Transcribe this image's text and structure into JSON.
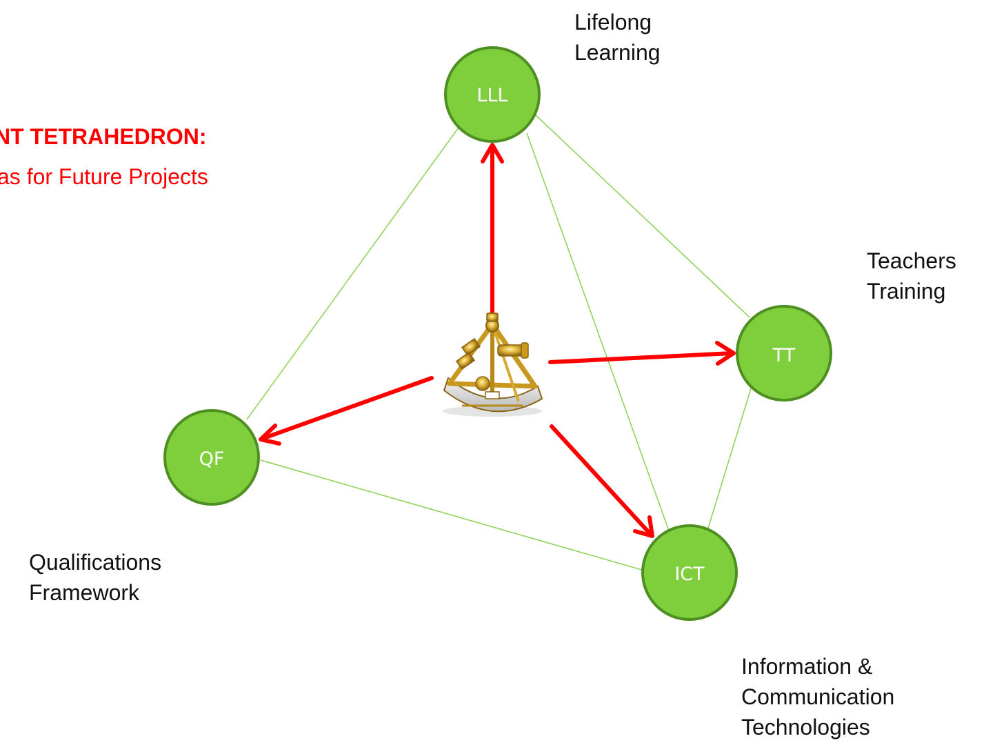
{
  "title": {
    "line1": "NT TETRAHEDRON:",
    "line2": "as for Future Projects"
  },
  "nodes": [
    {
      "id": "lll",
      "abbr": "LLL",
      "label_lines": [
        "Lifelong",
        "Learning"
      ]
    },
    {
      "id": "tt",
      "abbr": "TT",
      "label_lines": [
        "Teachers",
        "Training"
      ]
    },
    {
      "id": "qf",
      "abbr": "QF",
      "label_lines": [
        "Qualifications",
        "Framework"
      ]
    },
    {
      "id": "ict",
      "abbr": "ICT",
      "label_lines": [
        "Information &",
        "Communication",
        "Technologies"
      ]
    }
  ],
  "colors": {
    "node_fill": "#7fcf3d",
    "node_stroke": "#4e8f22",
    "edge": "#8fd45a",
    "arrow": "#ff0000",
    "title": "#ff0000"
  },
  "center_icon": "sextant-icon"
}
